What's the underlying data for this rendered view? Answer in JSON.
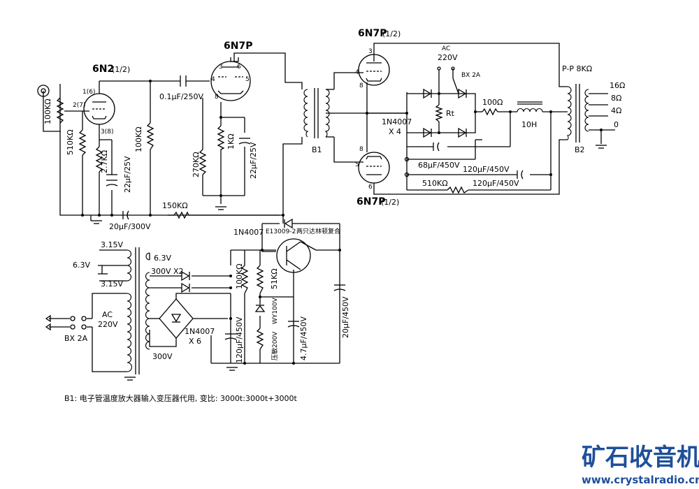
{
  "tubes": {
    "v1": "6N2",
    "v1_sub": "(1/2)",
    "v2": "6N7P",
    "v3": "6N7P",
    "v3_sub": "(1/2)",
    "v4": "6N7P",
    "v4_sub": "(1/2)"
  },
  "pins": {
    "v1_plate": "1(6)",
    "v1_grid": "2(7)",
    "v1_cathode": "3(8)",
    "v2_p3": "3",
    "v2_p6": "6",
    "v2_p4": "4",
    "v2_p5": "5",
    "v2_p8": "8",
    "v3_p3": "3",
    "v3_p4": "4",
    "v3_p8": "8",
    "v4_p8": "8",
    "v4_p5": "5",
    "v4_p6": "6"
  },
  "components": {
    "vol_pot": "100KΩ",
    "r510k": "510KΩ",
    "r2_7k": "2.7KΩ",
    "c22uf_1": "22μF/25V",
    "r100k_1": "100KΩ",
    "c01uf": "0.1μF/250V",
    "r270k": "270KΩ",
    "r1k": "1KΩ",
    "c22uf_2": "22μF/25V",
    "c20uf_300": "20μF/300V",
    "r150k": "150KΩ",
    "t_b1": "B1",
    "ac_top": "AC",
    "v220_top": "220V",
    "bx_top": "BX 2A",
    "rt": "Rt",
    "diode_1n4007_x4": "1N4007",
    "x4": "X 4",
    "r100": "100Ω",
    "choke": "10H",
    "c68uf": "68μF/450V",
    "c120uf_a": "120μF/450V",
    "r510k_b": "510KΩ",
    "c120uf_b": "120μF/450V",
    "t_b2_pp": "P-P 8KΩ",
    "t_b2": "B2",
    "tap16": "16Ω",
    "tap8": "8Ω",
    "tap4": "4Ω",
    "tap0": "0",
    "ps_1n4007": "1N4007",
    "ps_transistor": "E13009-2",
    "ps_note": "两只达林顿复合",
    "ps_3_15a": "3.15V",
    "ps_6_3l": "6.3V",
    "ps_3_15b": "3.15V",
    "ps_6_3r": "6.3V",
    "ps_300x2": "300V X2",
    "ps_ac": "AC",
    "ps_220": "220V",
    "ps_bx": "BX 2A",
    "ps_bridge": "1N4007",
    "ps_x6": "X 6",
    "ps_300": "300V",
    "ps_c120": "120μF/450V",
    "ps_r100k": "100KΩ",
    "ps_r51k": "51KΩ",
    "ps_wy100": "WY100V",
    "ps_mov": "压敏200V",
    "ps_c47": "4.7μF/450V",
    "ps_c20": "20μF/450V"
  },
  "footnote": "B1: 电子管温度放大器输入变压器代用, 变比: 3000t:3000t+3000t",
  "watermark": {
    "title": "矿石收音机",
    "url": "www.crystalradio.cn"
  }
}
